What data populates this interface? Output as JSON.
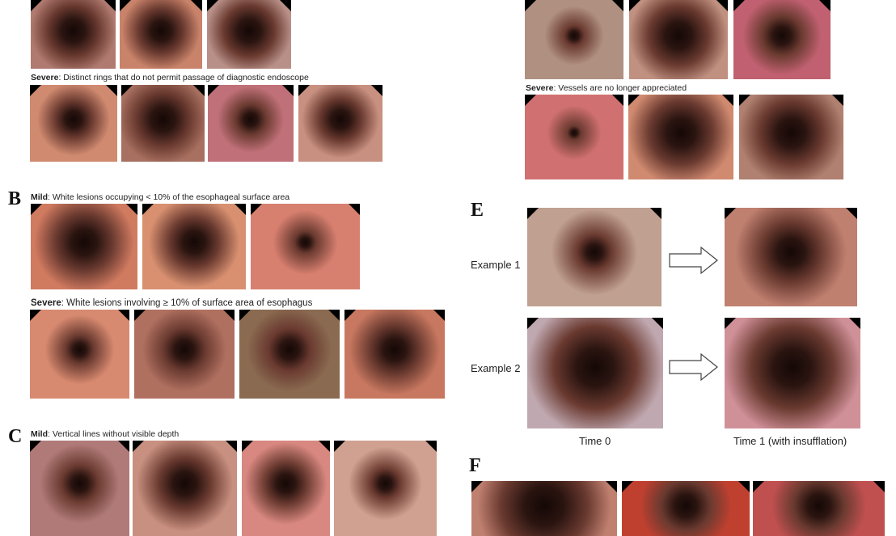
{
  "panel_a": {
    "severe_label": "Severe",
    "severe_text": ": Distinct rings that do not permit passage of diagnostic endoscope"
  },
  "panel_b": {
    "label": "B",
    "mild_label": "Mild",
    "mild_text": ": White lesions occupying < 10% of the esophageal surface area",
    "severe_label": "Severe",
    "severe_text": ": White lesions involving ≥ 10% of surface area of esophagus"
  },
  "panel_c": {
    "label": "C",
    "mild_label": "Mild",
    "mild_text": ": Vertical lines without visible depth"
  },
  "panel_d": {
    "severe_label": "Severe",
    "severe_text": ": Vessels are no longer appreciated"
  },
  "panel_e": {
    "label": "E",
    "example1": "Example 1",
    "example2": "Example 2",
    "time0": "Time 0",
    "time1": "Time 1 (with insufflation)"
  },
  "panel_f": {
    "label": "F"
  },
  "colors": {
    "mucosa": "#d98a78",
    "lumen": "#1a0d0a"
  }
}
